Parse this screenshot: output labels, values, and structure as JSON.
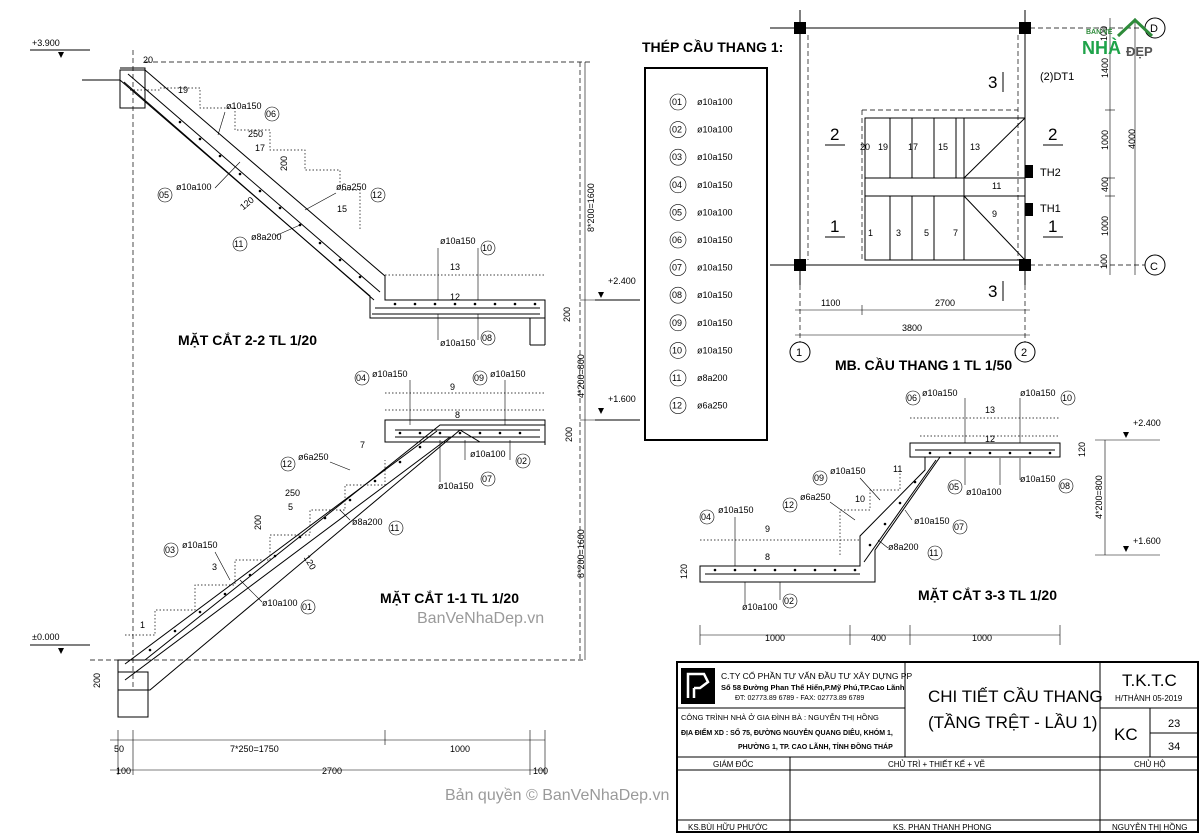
{
  "logo": {
    "top": "BẢN VẼ",
    "main": "NHÀ",
    "tail": "ĐẸP"
  },
  "watermark_center": "BanVeNhaDep.vn",
  "watermark_bottom": "Bản quyền © BanVeNhaDep.vn",
  "steel_table": {
    "title": "THÉP CẦU THANG 1:",
    "rows": [
      {
        "no": "01",
        "spec": "ø10a100"
      },
      {
        "no": "02",
        "spec": "ø10a100"
      },
      {
        "no": "03",
        "spec": "ø10a150"
      },
      {
        "no": "04",
        "spec": "ø10a150"
      },
      {
        "no": "05",
        "spec": "ø10a100"
      },
      {
        "no": "06",
        "spec": "ø10a150"
      },
      {
        "no": "07",
        "spec": "ø10a150"
      },
      {
        "no": "08",
        "spec": "ø10a150"
      },
      {
        "no": "09",
        "spec": "ø10a150"
      },
      {
        "no": "10",
        "spec": "ø10a150"
      },
      {
        "no": "11",
        "spec": "ø8a200"
      },
      {
        "no": "12",
        "spec": "ø6a250"
      }
    ]
  },
  "section22": {
    "title": "MẶT CẮT 2-2 TL 1/20",
    "levels": [
      "+3.900",
      "+2.400"
    ],
    "dims": [
      "20",
      "19",
      "250",
      "17",
      "200",
      "15",
      "13",
      "12",
      "120",
      "200",
      "8*200=1600"
    ],
    "labels": [
      {
        "no": "06",
        "spec": "ø10a150"
      },
      {
        "no": "05",
        "spec": "ø10a100"
      },
      {
        "no": "12",
        "spec": "ø6a250"
      },
      {
        "no": "11",
        "spec": "ø8a200"
      },
      {
        "no": "10",
        "spec": "ø10a150"
      },
      {
        "no": "08",
        "spec": "ø10a150"
      }
    ]
  },
  "section11": {
    "title": "MẶT CẮT 1-1 TL 1/20",
    "levels": [
      "+1.600",
      "±0.000"
    ],
    "dims": [
      "9",
      "8",
      "7",
      "250",
      "5",
      "200",
      "3",
      "1",
      "120",
      "200",
      "200",
      "4*200=800",
      "8*200=1600",
      "7*250=1750",
      "1000",
      "2700",
      "50",
      "100",
      "100"
    ],
    "labels": [
      {
        "no": "04",
        "spec": "ø10a150"
      },
      {
        "no": "09",
        "spec": "ø10a150"
      },
      {
        "no": "12",
        "spec": "ø6a250"
      },
      {
        "no": "02",
        "spec": "ø10a100"
      },
      {
        "no": "07",
        "spec": "ø10a150"
      },
      {
        "no": "11",
        "spec": "ø8a200"
      },
      {
        "no": "03",
        "spec": "ø10a150"
      },
      {
        "no": "01",
        "spec": "ø10a100"
      }
    ]
  },
  "plan": {
    "title": "MB. CẦU THANG 1 TL 1/50",
    "axes": [
      "D",
      "C",
      "1",
      "2"
    ],
    "marks": [
      "3",
      "3",
      "2",
      "2",
      "1",
      "1"
    ],
    "tags": [
      "(2)DT1",
      "TH2",
      "TH1"
    ],
    "steps_top": [
      "20",
      "19",
      "17",
      "15",
      "13"
    ],
    "steps_bottom": [
      "1",
      "3",
      "5",
      "7"
    ],
    "landing": [
      "11",
      "9"
    ],
    "dims_h": [
      "1100",
      "2700",
      "3800"
    ],
    "dims_v": [
      "1400",
      "1000",
      "400",
      "1000",
      "4000",
      "100",
      "100"
    ]
  },
  "section33": {
    "title": "MẶT CẮT 3-3 TL 1/20",
    "levels": [
      "+2.400",
      "+1.600"
    ],
    "dims": [
      "13",
      "12",
      "11",
      "10",
      "9",
      "8",
      "120",
      "120",
      "4*200=800",
      "1000",
      "400",
      "1000"
    ],
    "labels": [
      {
        "no": "06",
        "spec": "ø10a150"
      },
      {
        "no": "10",
        "spec": "ø10a150"
      },
      {
        "no": "09",
        "spec": "ø10a150"
      },
      {
        "no": "12",
        "spec": "ø6a250"
      },
      {
        "no": "05",
        "spec": "ø10a100"
      },
      {
        "no": "08",
        "spec": "ø10a150"
      },
      {
        "no": "04",
        "spec": "ø10a150"
      },
      {
        "no": "07",
        "spec": "ø10a150"
      },
      {
        "no": "11",
        "spec": "ø8a200"
      },
      {
        "no": "02",
        "spec": "ø10a100"
      }
    ]
  },
  "titleblock": {
    "company": "C.TY CỔ PHẦN TƯ VẤN ĐẦU TƯ XÂY DỰNG PP",
    "address": "Số 58 Đường Phan Thế Hiển,P.Mỹ Phú,TP.Cao Lãnh",
    "phone": "ĐT: 02773.89 6789 - FAX: 02773.89 6789",
    "project": "CÔNG TRÌNH NHÀ Ở GIA ĐÌNH BÀ : NGUYỄN THỊ HỒNG",
    "location1": "ĐỊA ĐIỂM XD : SỐ 75, ĐƯỜNG NGUYỄN QUANG DIÊU, KHÓM 1,",
    "location2": "PHƯỜNG 1, TP. CAO LÃNH, TỈNH ĐỒNG THÁP",
    "drawing_title1": "CHI TIẾT CẦU THANG",
    "drawing_title2": "(TẦNG TRỆT - LẦU 1)",
    "stage": "T.K.T.C",
    "date": "H/THÀNH 05-2019",
    "code": "KC",
    "sheet": "23",
    "total": "34",
    "role1": "GIÁM ĐỐC",
    "role2": "CHỦ TRÌ + THIẾT KẾ + VẼ",
    "role3": "CHỦ HỘ",
    "name1": "KS.BÙI HỮU PHƯỚC",
    "name2": "KS. PHAN THANH PHONG",
    "name3": "NGUYỄN THỊ HỒNG"
  }
}
